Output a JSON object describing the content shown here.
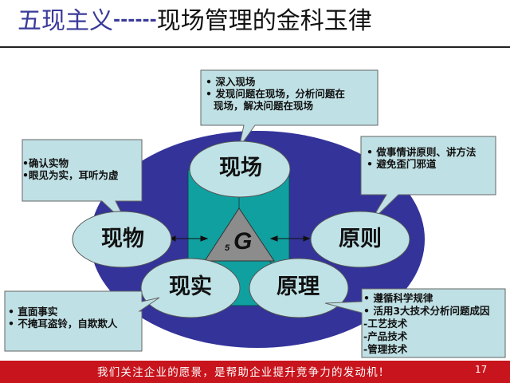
{
  "title": {
    "part1": "五现主义",
    "dashes": "------",
    "part2": "现场管理的金科玉律"
  },
  "center": {
    "sub": "5",
    "main": "G"
  },
  "nodes": {
    "top": "现场",
    "left": "现物",
    "right": "原则",
    "bottom_left": "现实",
    "bottom_right": "原理"
  },
  "callouts": {
    "top": [
      "• 深入现场",
      "• 发现问题在现场，分析问题在",
      "  现场，解决问题在现场"
    ],
    "left": [
      "•确认实物",
      "•眼见为实，耳听为虚"
    ],
    "right": [
      "• 做事情讲原则、讲方法",
      "• 避免歪门邪道"
    ],
    "bottom_left": [
      "• 直面事实",
      "• 不掩耳盗铃，自欺欺人"
    ],
    "bottom_right": [
      "• 遵循科学规律",
      "• 活用3大技术分析问题成因",
      "-工艺技术",
      "-产品技术",
      "-管理技术"
    ]
  },
  "footer": {
    "slogan": "我们关注企业的愿景，是帮助企业提升竞争力的发动机！",
    "page_number": "17"
  },
  "colors": {
    "title_blue": "#3a3a9a",
    "big_ellipse": "#33339a",
    "teal": "#11a0a0",
    "node_fill": "#bfe2e6",
    "callout_fill": "#bfe0e4",
    "triangle": "#8c8c8c",
    "footer_red": "#c8141c"
  }
}
